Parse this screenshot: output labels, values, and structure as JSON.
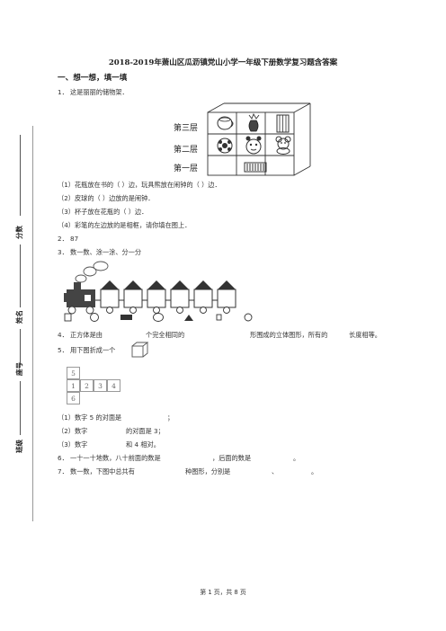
{
  "doc": {
    "title": "2018-2019年萧山区瓜沥镇党山小学一年级下册数学复习题含答案",
    "section1": "一、想一想，填一填",
    "q1": "1．  这是丽丽的储物架．",
    "shelf": {
      "level3": "第三层",
      "level2": "第二层",
      "level1": "第一层"
    },
    "q1_items": [
      "（1）花瓶放在书的（        ）边，玩具熊放在闹钟的（        ）边．",
      "（2）皮球的（         ）边放的是闹钟．",
      "（3）杯子放在花瓶的（        ）边．",
      "（4）彩笔的左边放的是相框，请你填在图上．"
    ],
    "q2": "2．  87",
    "q3": "3．  数一数、涂一涂、分一分",
    "q4_parts": [
      "4．  正方体是由",
      "个完全相同的",
      "形围成的立体图形，所有的",
      "长度相等。"
    ],
    "q5": "5．  用下图折成一个",
    "net": [
      "5",
      "1",
      "2",
      "3",
      "4",
      "6"
    ],
    "q5_parts": [
      [
        "（1）数字 5 的对面是",
        "；"
      ],
      [
        "（2）数字",
        "的对面是 3；"
      ],
      [
        "（3）数字",
        "和 4 相对。"
      ]
    ],
    "q6_parts": [
      "6．  一十一十地数，八十前面的数是",
      "，后面的数是",
      "。"
    ],
    "q7_parts": [
      "7．  数一数，下图中总共有",
      "种图形，分别是",
      "、",
      "。"
    ],
    "footer": "第 1 页，共 8 页",
    "side": {
      "score": "分数",
      "name": "姓名",
      "id": "座号",
      "class": "班级"
    }
  }
}
